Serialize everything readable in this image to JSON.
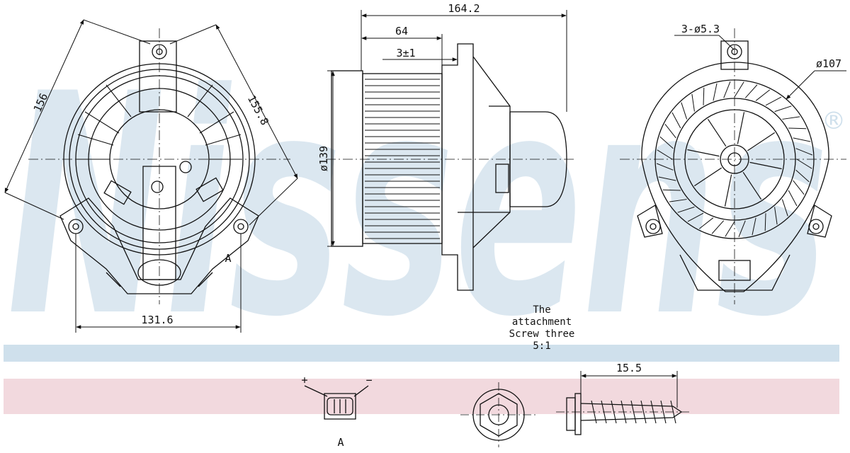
{
  "brand": {
    "watermark_text": "Nissens",
    "registered_mark": "®",
    "band_color": "#cfe0ec",
    "strip_color": "#f2d9de"
  },
  "dimensions": {
    "front_width": "131.6",
    "front_diag_left": "156",
    "front_diag_right": "155.8",
    "front_label_A": "A",
    "side_total_length": "164.2",
    "side_length_64": "64",
    "side_offset": "3±1",
    "side_diameter": "ø139",
    "rear_holes": "3-ø5.3",
    "rear_diameter": "ø107",
    "screw_length": "15.5"
  },
  "note": {
    "line1": "The",
    "line2": "attachment",
    "line3": "Screw three",
    "line4": "5:1"
  },
  "connector": {
    "plus": "+",
    "minus": "−",
    "label": "A"
  }
}
